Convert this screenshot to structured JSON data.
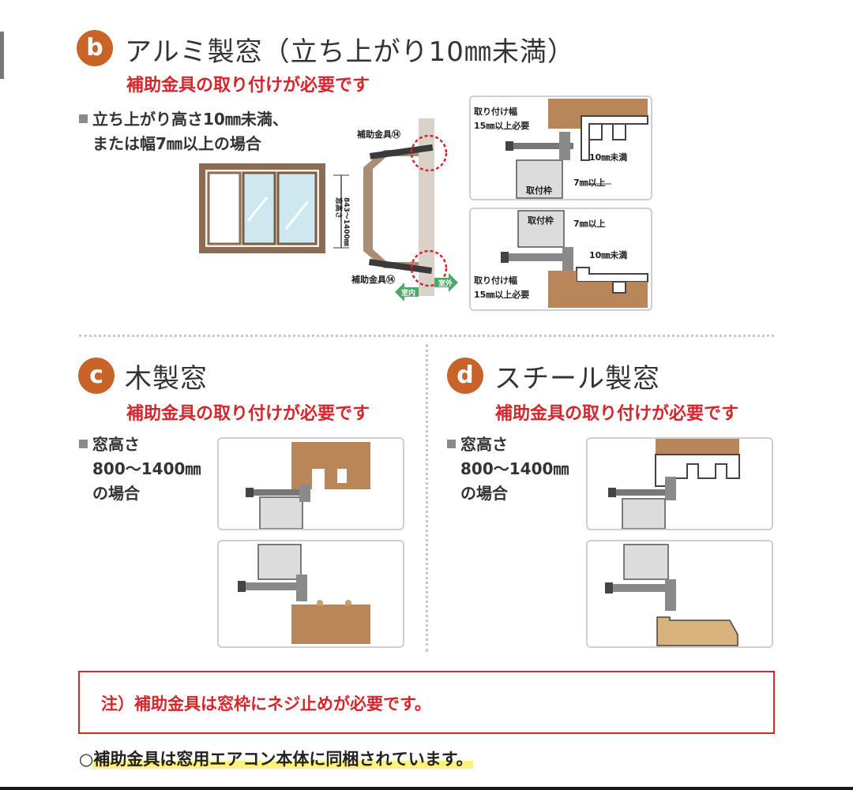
{
  "section_b": {
    "letter": "b",
    "title": "アルミ製窓（立ち上がり10㎜未満）",
    "subtitle": "補助金具の取り付けが必要です",
    "condition_line1": "立ち上がり高さ10㎜未満、",
    "condition_line2": "または幅7㎜以上の場合",
    "diagram": {
      "bracket_top": "補助金具⑭",
      "bracket_bottom": "補助金具⑭",
      "window_height": "窓高さ",
      "window_range": "843〜1400㎜",
      "indoor": "室内",
      "outdoor": "室外"
    },
    "detail_top": {
      "width_label": "取り付け幅",
      "width_value": "15㎜以上必要",
      "rise": "10㎜未満",
      "frame": "取付枠",
      "width_min": "7㎜以上"
    },
    "detail_bottom": {
      "frame": "取付枠",
      "width_min": "7㎜以上",
      "rise": "10㎜未満",
      "width_label": "取り付け幅",
      "width_value": "15㎜以上必要"
    }
  },
  "section_c": {
    "letter": "c",
    "title": "木製窓",
    "subtitle": "補助金具の取り付けが必要です",
    "cond1": "窓高さ",
    "cond2": "800〜1400㎜",
    "cond3": "の場合"
  },
  "section_d": {
    "letter": "d",
    "title": "スチール製窓",
    "subtitle": "補助金具の取り付けが必要です",
    "cond1": "窓高さ",
    "cond2": "800〜1400㎜",
    "cond3": "の場合"
  },
  "note": "注）補助金具は窓枠にネジ止めが必要です。",
  "bottom_note": {
    "mark": "○",
    "text": "補助金具は窓用エアコン本体に同梱されています。"
  },
  "colors": {
    "accent_orange": "#c8642a",
    "red": "#d4262b",
    "wood": "#b07a45",
    "frame_brown": "#8b6b52",
    "glass": "#cde8ee",
    "highlight": "#fff27a"
  }
}
